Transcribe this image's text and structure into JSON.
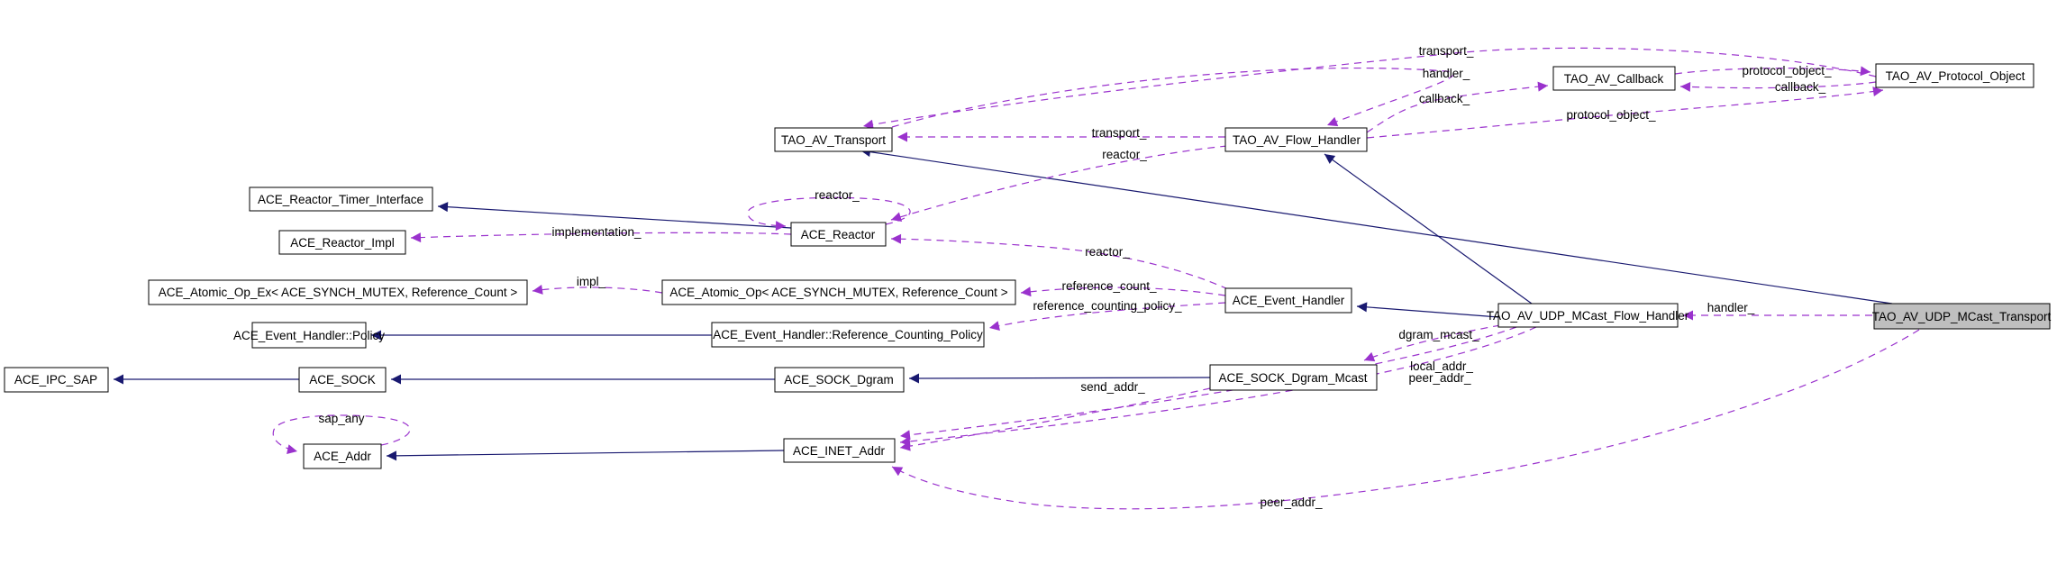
{
  "diagram_type": "doxygen-collaboration-graph",
  "focus_node": "TAO_AV_UDP_MCast_Transport",
  "colors": {
    "inheritance_edge": "#191970",
    "usage_edge": "#9a32cd",
    "node_fill": "#ffffff",
    "focus_node_fill": "#bfbfbf",
    "node_border": "#000000",
    "background": "#ffffff",
    "text": "#000000"
  },
  "nodes": [
    {
      "label": "TAO_AV_Transport"
    },
    {
      "label": "TAO_AV_Flow_Handler"
    },
    {
      "label": "TAO_AV_Callback"
    },
    {
      "label": "TAO_AV_Protocol_Object"
    },
    {
      "label": "ACE_Reactor_Timer_Interface"
    },
    {
      "label": "ACE_Reactor_Impl"
    },
    {
      "label": "ACE_Reactor"
    },
    {
      "label": "ACE_Atomic_Op_Ex< ACE_SYNCH_MUTEX, Reference_Count >"
    },
    {
      "label": "ACE_Atomic_Op< ACE_SYNCH_MUTEX, Reference_Count >"
    },
    {
      "label": "ACE_Event_Handler"
    },
    {
      "label": "ACE_Event_Handler::Policy"
    },
    {
      "label": "ACE_Event_Handler::Reference_Counting_Policy"
    },
    {
      "label": "TAO_AV_UDP_MCast_Flow_Handler"
    },
    {
      "label": "TAO_AV_UDP_MCast_Transport"
    },
    {
      "label": "ACE_SOCK_Dgram_Mcast"
    },
    {
      "label": "ACE_SOCK_Dgram"
    },
    {
      "label": "ACE_SOCK"
    },
    {
      "label": "ACE_IPC_SAP"
    },
    {
      "label": "ACE_INET_Addr"
    },
    {
      "label": "ACE_Addr"
    }
  ],
  "edge_labels": [
    {
      "text": "transport_"
    },
    {
      "text": "handler_"
    },
    {
      "text": "callback_"
    },
    {
      "text": "protocol_object_"
    },
    {
      "text": "callback_"
    },
    {
      "text": "protocol_object_"
    },
    {
      "text": "transport_"
    },
    {
      "text": "reactor_"
    },
    {
      "text": "reactor_"
    },
    {
      "text": "implementation_"
    },
    {
      "text": "impl_"
    },
    {
      "text": "reference_count_"
    },
    {
      "text": "reference_counting_policy_"
    },
    {
      "text": "reactor_"
    },
    {
      "text": "dgram_mcast_"
    },
    {
      "text": "local_addr_"
    },
    {
      "text": "peer_addr_"
    },
    {
      "text": "handler_"
    },
    {
      "text": "send_addr_"
    },
    {
      "text": "sap_any"
    },
    {
      "text": "peer_addr_"
    }
  ],
  "edges": {
    "inheritance": [
      {
        "from": "TAO_AV_UDP_MCast_Transport",
        "to": "TAO_AV_Transport"
      },
      {
        "from": "TAO_AV_UDP_MCast_Flow_Handler",
        "to": "TAO_AV_Flow_Handler"
      },
      {
        "from": "TAO_AV_UDP_MCast_Flow_Handler",
        "to": "ACE_Event_Handler"
      },
      {
        "from": "ACE_Reactor",
        "to": "ACE_Reactor_Timer_Interface"
      },
      {
        "from": "ACE_Event_Handler::Reference_Counting_Policy",
        "to": "ACE_Event_Handler::Policy"
      },
      {
        "from": "ACE_SOCK_Dgram_Mcast",
        "to": "ACE_SOCK_Dgram"
      },
      {
        "from": "ACE_SOCK_Dgram",
        "to": "ACE_SOCK"
      },
      {
        "from": "ACE_SOCK",
        "to": "ACE_IPC_SAP"
      },
      {
        "from": "ACE_INET_Addr",
        "to": "ACE_Addr"
      }
    ],
    "usage": [
      {
        "from": "TAO_AV_Protocol_Object",
        "to": "TAO_AV_Transport",
        "label": "transport_"
      },
      {
        "from": "TAO_AV_Transport",
        "to": "TAO_AV_Flow_Handler",
        "label": "handler_"
      },
      {
        "from": "TAO_AV_Flow_Handler",
        "to": "TAO_AV_Callback",
        "label": "callback_"
      },
      {
        "from": "TAO_AV_Callback",
        "to": "TAO_AV_Protocol_Object",
        "label": "protocol_object_"
      },
      {
        "from": "TAO_AV_Protocol_Object",
        "to": "TAO_AV_Callback",
        "label": "callback_"
      },
      {
        "from": "TAO_AV_Flow_Handler",
        "to": "TAO_AV_Protocol_Object",
        "label": "protocol_object_"
      },
      {
        "from": "TAO_AV_Flow_Handler",
        "to": "TAO_AV_Transport",
        "label": "transport_"
      },
      {
        "from": "TAO_AV_Flow_Handler",
        "to": "ACE_Reactor",
        "label": "reactor_"
      },
      {
        "from": "ACE_Reactor",
        "to": "ACE_Reactor",
        "label": "reactor_"
      },
      {
        "from": "ACE_Reactor",
        "to": "ACE_Reactor_Impl",
        "label": "implementation_"
      },
      {
        "from": "ACE_Atomic_Op< ACE_SYNCH_MUTEX, Reference_Count >",
        "to": "ACE_Atomic_Op_Ex< ACE_SYNCH_MUTEX, Reference_Count >",
        "label": "impl_"
      },
      {
        "from": "ACE_Event_Handler",
        "to": "ACE_Atomic_Op< ACE_SYNCH_MUTEX, Reference_Count >",
        "label": "reference_count_"
      },
      {
        "from": "ACE_Event_Handler",
        "to": "ACE_Event_Handler::Reference_Counting_Policy",
        "label": "reference_counting_policy_"
      },
      {
        "from": "ACE_Event_Handler",
        "to": "ACE_Reactor",
        "label": "reactor_"
      },
      {
        "from": "TAO_AV_UDP_MCast_Flow_Handler",
        "to": "ACE_SOCK_Dgram_Mcast",
        "label": "dgram_mcast_"
      },
      {
        "from": "TAO_AV_UDP_MCast_Flow_Handler",
        "to": "ACE_INET_Addr",
        "label": "local_addr_"
      },
      {
        "from": "TAO_AV_UDP_MCast_Flow_Handler",
        "to": "ACE_INET_Addr",
        "label": "peer_addr_"
      },
      {
        "from": "TAO_AV_UDP_MCast_Transport",
        "to": "TAO_AV_UDP_MCast_Flow_Handler",
        "label": "handler_"
      },
      {
        "from": "ACE_SOCK_Dgram_Mcast",
        "to": "ACE_INET_Addr",
        "label": "send_addr_"
      },
      {
        "from": "ACE_Addr",
        "to": "ACE_Addr",
        "label": "sap_any"
      },
      {
        "from": "TAO_AV_UDP_MCast_Transport",
        "to": "ACE_INET_Addr",
        "label": "peer_addr_"
      }
    ]
  }
}
